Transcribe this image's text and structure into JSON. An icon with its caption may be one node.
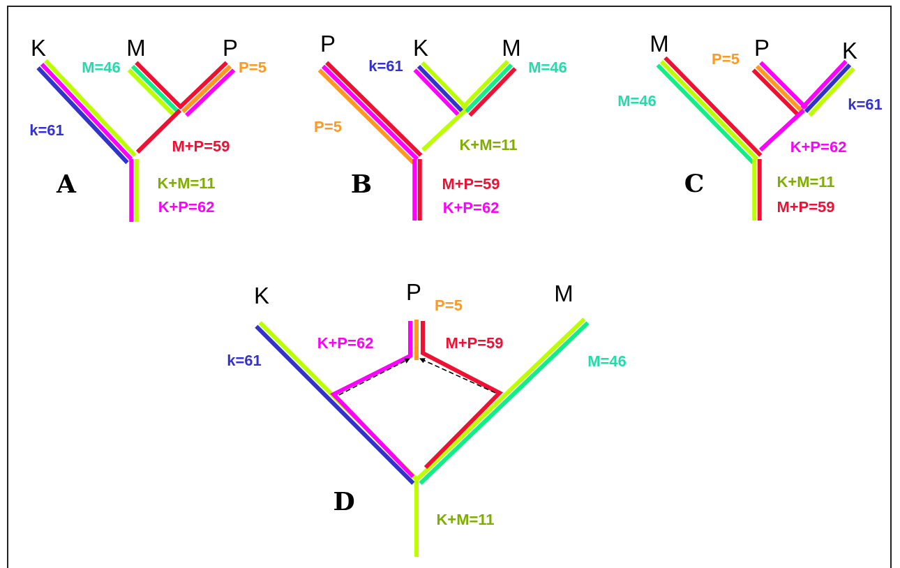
{
  "diagram": {
    "labels": [
      "K",
      "M",
      "P",
      "M=46",
      "P=5",
      "k=61",
      "M+P=59",
      "A",
      "K+M=11",
      "K+P=62",
      "P",
      "K",
      "M",
      "k=61",
      "M=46",
      "P=5",
      "K+M=11",
      "B",
      "M+P=59",
      "K+P=62",
      "M",
      "P",
      "K",
      "P=5",
      "M=46",
      "k=61",
      "K+P=62",
      "C",
      "K+M=11",
      "M+P=59",
      "K",
      "P",
      "M",
      "P=5",
      "K+P=62",
      "M+P=59",
      "k=61",
      "M=46",
      "D",
      "K+M=11"
    ]
  }
}
